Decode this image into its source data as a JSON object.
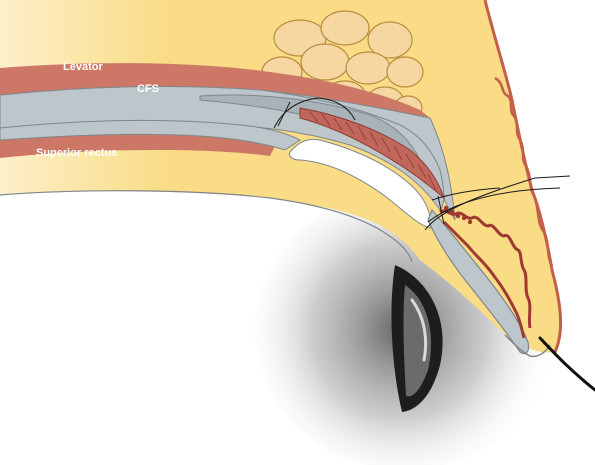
{
  "labels": {
    "levator": "Levator",
    "cfs": "CFS",
    "superior_rectus": "Superior rectus"
  },
  "colors": {
    "fat": "#f9dc85",
    "fat_light": "#fbe7a6",
    "fascia": "#bcc6cb",
    "fascia_dark": "#7d878c",
    "muscle": "#cd7767",
    "muscle_dark": "#9e3a32",
    "skin": "#d87864",
    "orbital_fat_lobule": "#f5d6a0",
    "suture": "#1a1a1a",
    "label_text": "#ffffff"
  }
}
